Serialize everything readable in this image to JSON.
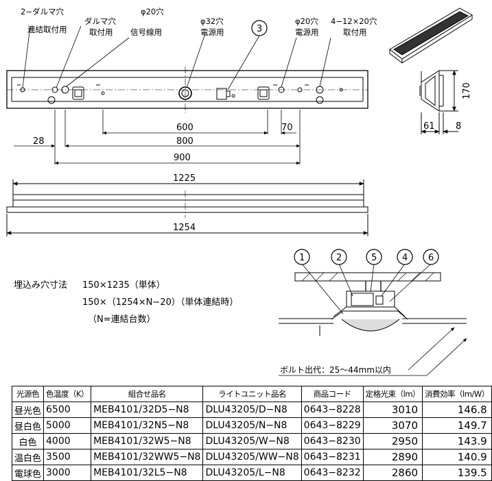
{
  "top_view": {
    "callouts": {
      "two_dharma_hole": "2−ダルマ穴",
      "linking_mount": "連結取付用",
      "dharma_hole": "ダルマ穴",
      "mounting": "取付用",
      "phi20_hole_a": "φ20穴",
      "signal_wire": "信号線用",
      "phi32_hole": "φ32穴",
      "power_a": "電源用",
      "item3": "3",
      "phi20_hole_b": "φ20穴",
      "power_b": "電源用",
      "four_slots": "4−12×20穴",
      "mounting_b": "取付用"
    },
    "dims": {
      "d600": "600",
      "d70": "70",
      "d800": "800",
      "d28": "28",
      "d900": "900"
    }
  },
  "side_view": {
    "height": "170",
    "d61": "61",
    "d8": "8"
  },
  "front_view": {
    "d1225": "1225",
    "d1254": "1254"
  },
  "cutout": {
    "label": "埋込み穴寸法",
    "line1": "150×1235（単体）",
    "line2": "150×（1254×N−20）（単体連結時）",
    "line3": "（N=連結台数）"
  },
  "section": {
    "callouts": [
      "1",
      "2",
      "5",
      "4",
      "6"
    ],
    "bolt_note": "ボルト出代：25〜44mm以内"
  },
  "spec_table": {
    "headers": [
      "光源色",
      "色温度（K）",
      "組合せ品名",
      "ライトユニット品名",
      "商品コード",
      "定格光束（lm）",
      "消費効率（lm/W）"
    ],
    "rows": [
      [
        "昼光色",
        "6500",
        "MEB4101/32D5−N8",
        "DLU43205/D−N8",
        "0643−8228",
        "3010",
        "146.8"
      ],
      [
        "昼白色",
        "5000",
        "MEB4101/32N5−N8",
        "DLU43205/N−N8",
        "0643−8229",
        "3070",
        "149.7"
      ],
      [
        "白色",
        "4000",
        "MEB4101/32W5−N8",
        "DLU43205/W−N8",
        "0643−8230",
        "2950",
        "143.9"
      ],
      [
        "温白色",
        "3500",
        "MEB4101/32WW5−N8",
        "DLU43205/WW−N8",
        "0643−8231",
        "2890",
        "140.9"
      ],
      [
        "電球色",
        "3000",
        "MEB4101/32L5−N8",
        "DLU43205/L−N8",
        "0643−8232",
        "2860",
        "139.5"
      ]
    ]
  }
}
